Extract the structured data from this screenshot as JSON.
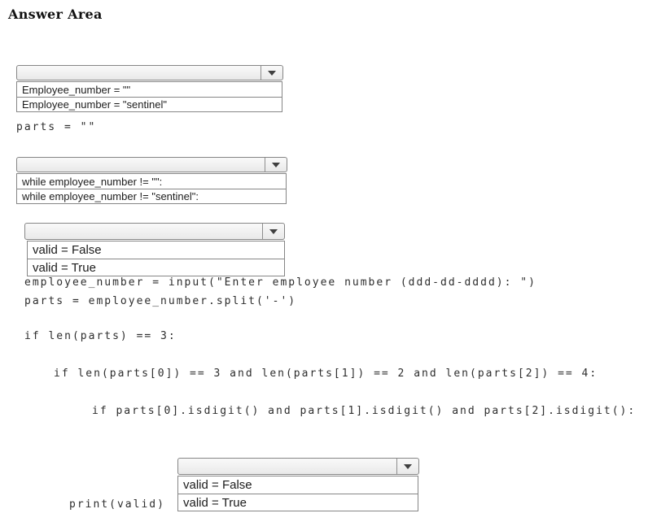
{
  "title": "Answer Area",
  "colors": {
    "combo_border": "#868686",
    "combo_face_top": "#f9f9f9",
    "combo_face_bottom": "#e9e9e9",
    "arrow": "#3f3f3f",
    "text": "#1c1c1c",
    "code_text": "#2e2e2e",
    "background": "#ffffff"
  },
  "dropdowns": [
    {
      "id": "employee-number-init",
      "selected": "",
      "options": [
        "Employee_number = \"\"",
        "Employee_number = \"sentinel\""
      ]
    },
    {
      "id": "while-condition",
      "selected": "",
      "options": [
        "while employee_number != \"\":",
        "while employee_number != \"sentinel\":"
      ]
    },
    {
      "id": "valid-init",
      "selected": "",
      "options": [
        "valid = False",
        "valid = True"
      ]
    },
    {
      "id": "valid-final",
      "selected": "",
      "options": [
        "valid = False",
        "valid = True"
      ]
    }
  ],
  "code_lines": [
    "parts = \"\"",
    "employee_number = input(\"Enter employee number (ddd-dd-dddd): \")",
    "parts = employee_number.split('-')",
    "if len(parts) == 3:",
    "if len(parts[0]) == 3 and len(parts[1]) == 2 and len(parts[2]) == 4:",
    "if parts[0].isdigit() and parts[1].isdigit() and parts[2].isdigit():",
    "print(valid)"
  ]
}
